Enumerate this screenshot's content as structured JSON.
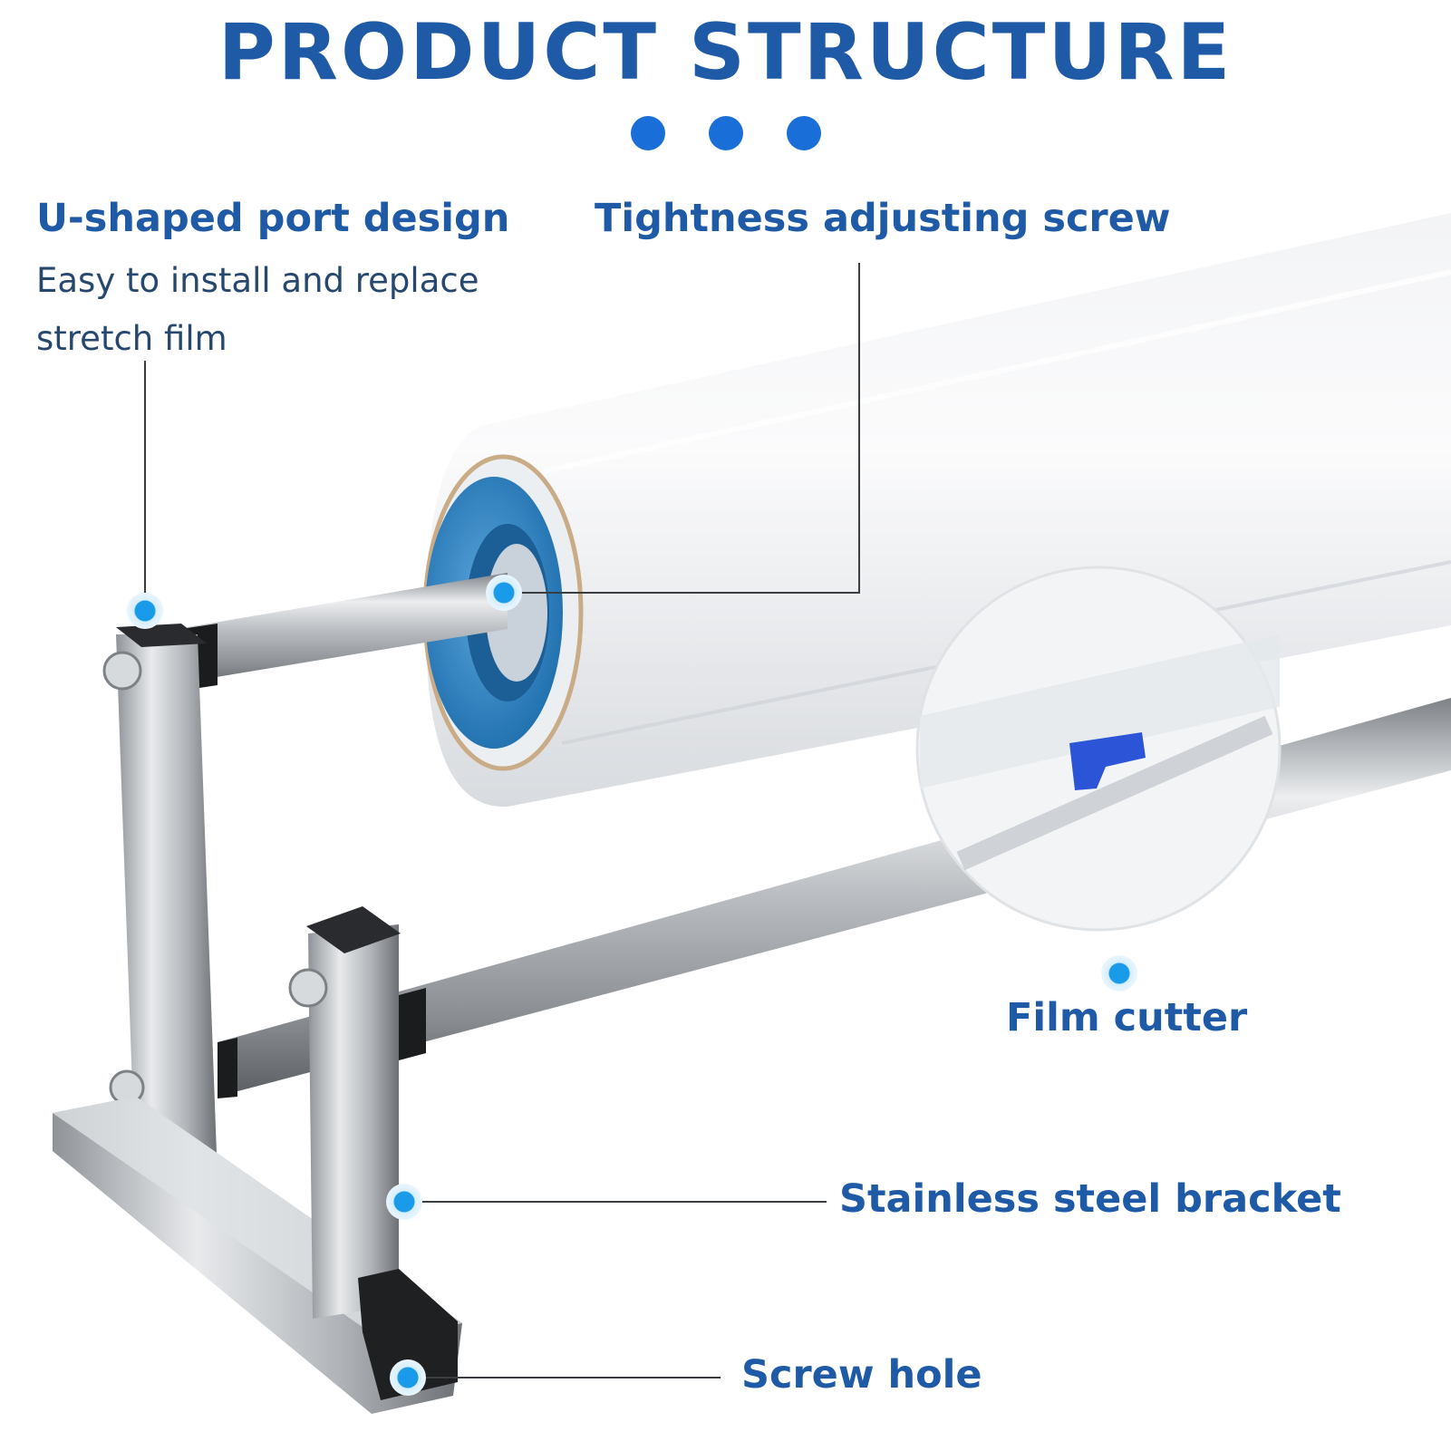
{
  "title": "PRODUCT STRUCTURE",
  "colors": {
    "accent": "#1e5aa6",
    "marker": "#1a9bea",
    "dot": "#1a6ed8",
    "hub": "#2f86c9",
    "steel": "#c9ccd0"
  },
  "callouts": {
    "u_port": {
      "label": "U-shaped port design",
      "desc_line1": "Easy to install and replace",
      "desc_line2": "stretch film"
    },
    "screw_adjust": {
      "label": "Tightness adjusting screw"
    },
    "film_cutter": {
      "label": "Film cutter"
    },
    "bracket": {
      "label": "Stainless steel bracket"
    },
    "screw_hole": {
      "label": "Screw hole"
    }
  }
}
